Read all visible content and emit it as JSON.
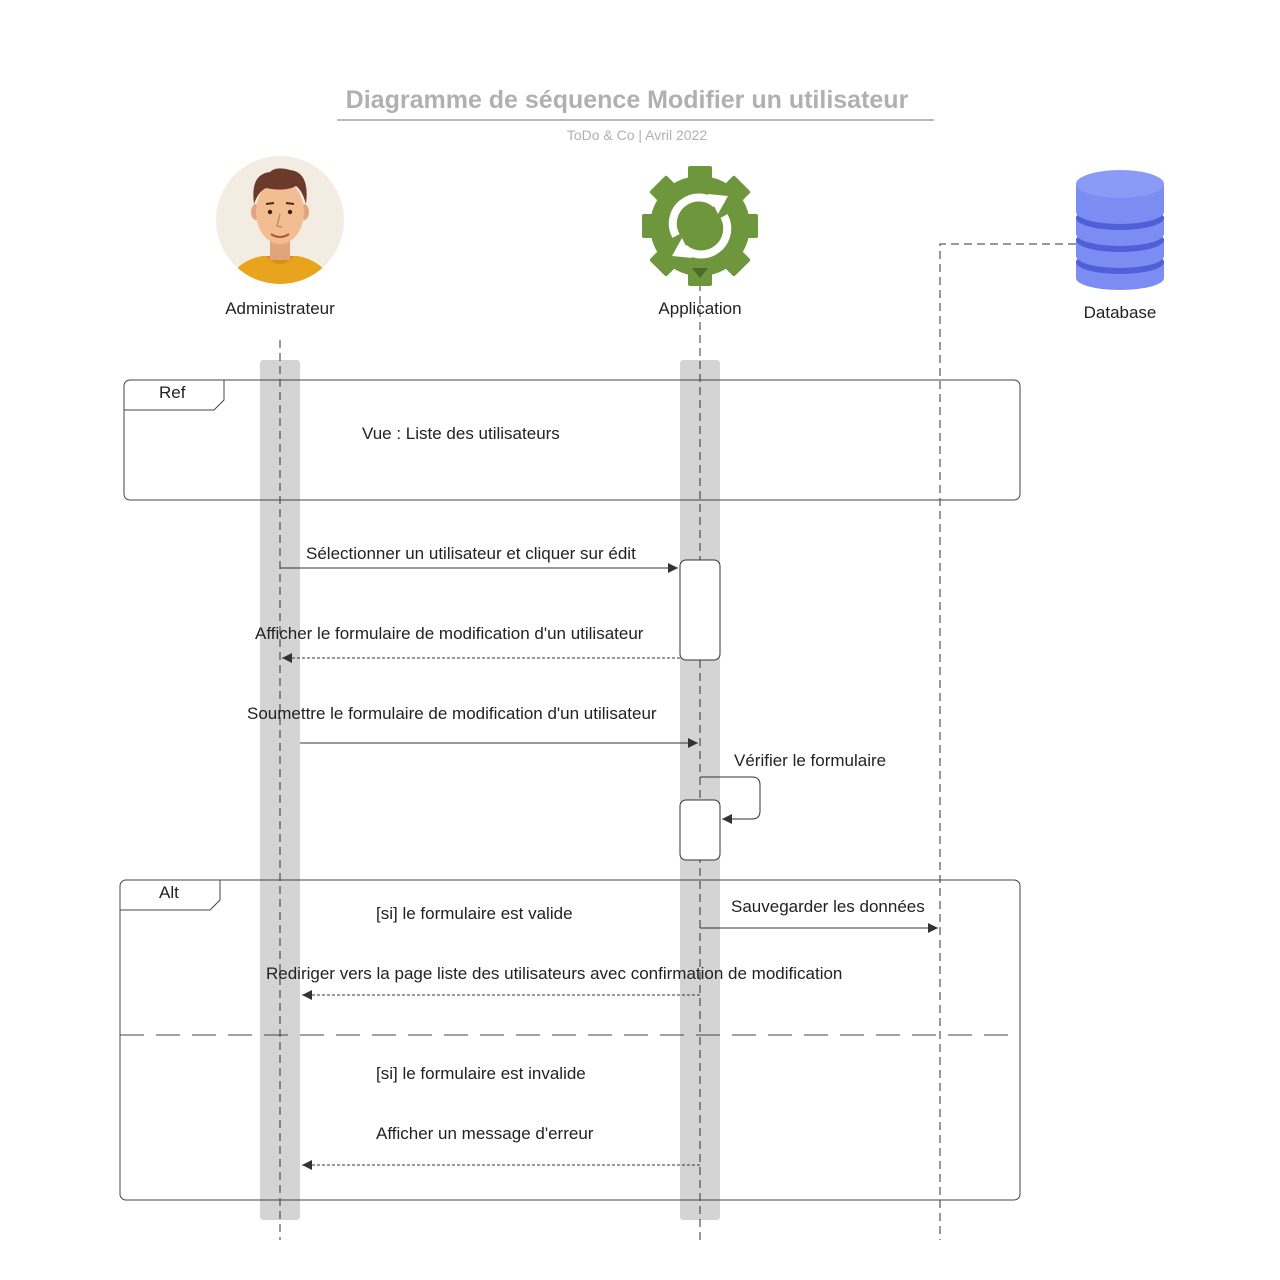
{
  "diagram": {
    "title": "Diagramme de séquence Modifier un utilisateur",
    "subtitle": "ToDo & Co  | Avril 2022"
  },
  "actors": {
    "admin": {
      "label": "Administrateur",
      "icon": "person-avatar-icon"
    },
    "app": {
      "label": "Application",
      "icon": "gear-sync-icon"
    },
    "db": {
      "label": "Database",
      "icon": "database-icon"
    }
  },
  "frames": {
    "ref": {
      "tag": "Ref",
      "content": "Vue : Liste des utilisateurs"
    },
    "alt": {
      "tag": "Alt",
      "guard_valid": "[si] le formulaire est valide",
      "guard_invalid": "[si] le formulaire est invalide"
    }
  },
  "messages": {
    "select_edit": "Sélectionner un utilisateur et cliquer sur édit",
    "show_form": "Afficher le formulaire de modification d'un utilisateur",
    "submit_form": "Soumettre le formulaire de modification d'un utilisateur",
    "verify_form": "Vérifier le formulaire",
    "save_data": "Sauvegarder les données",
    "redirect": "Rediriger vers la page liste des utilisateurs avec confirmation de modification",
    "show_error": "Afficher un message d'erreur"
  },
  "colors": {
    "activation_bar": "#d4d4d4",
    "gear": "#6e963c",
    "database": "#7b8cf2",
    "database_band": "#4e5fd8",
    "title": "#b0b0b0"
  }
}
